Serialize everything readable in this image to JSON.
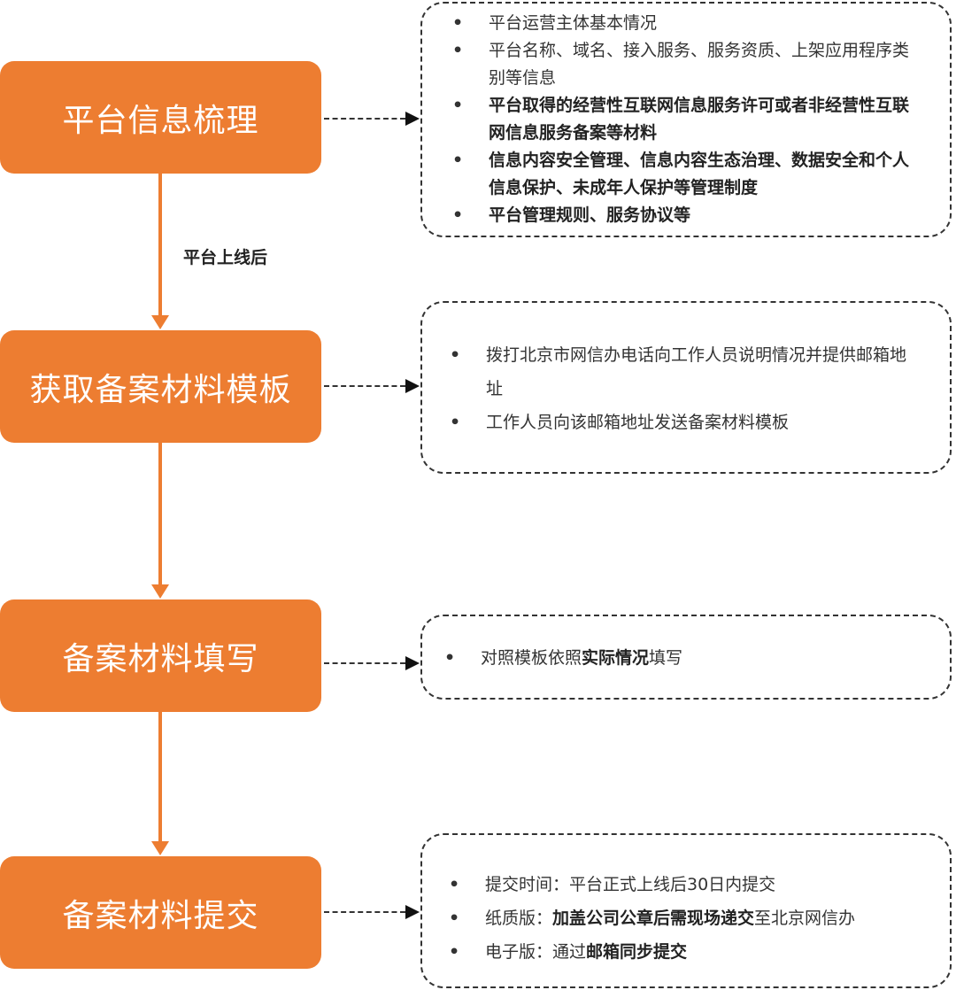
{
  "steps": [
    {
      "label": "平台信息梳理"
    },
    {
      "label": "获取备案材料模板"
    },
    {
      "label": "备案材料填写"
    },
    {
      "label": "备案材料提交"
    }
  ],
  "connector_label": "平台上线后",
  "box1": {
    "items": [
      {
        "text": "平台运营主体基本情况"
      },
      {
        "text": "平台名称、域名、接入服务、服务资质、上架应用程序类别等信息"
      },
      {
        "text": "平台取得的经营性互联网信息服务许可或者非经营性互联网信息服务备案等材料"
      },
      {
        "text": "信息内容安全管理、信息内容生态治理、数据安全和个人信息保护、未成年人保护等管理制度"
      },
      {
        "text": "平台管理规则、服务协议等"
      }
    ]
  },
  "box2": {
    "items": [
      {
        "text": "拨打北京市网信办电话向工作人员说明情况并提供邮箱地址"
      },
      {
        "text": "工作人员向该邮箱地址发送备案材料模板"
      }
    ]
  },
  "box3": {
    "item": {
      "pre": "对照模板依照",
      "bold": "实际情况",
      "post": "填写"
    }
  },
  "box4": {
    "items": [
      {
        "pre": "提交时间：平台正式上线后30日内提交",
        "bold": "",
        "post": ""
      },
      {
        "pre": "纸质版：",
        "bold": "加盖公司公章后需现场递交",
        "post": "至北京网信办"
      },
      {
        "pre": "电子版：通过",
        "bold": "邮箱同步提交",
        "post": ""
      }
    ]
  },
  "bullet": "•",
  "colors": {
    "step_fill": "#ED7D31",
    "step_text": "#FFFFFF",
    "dash": "#333333"
  }
}
